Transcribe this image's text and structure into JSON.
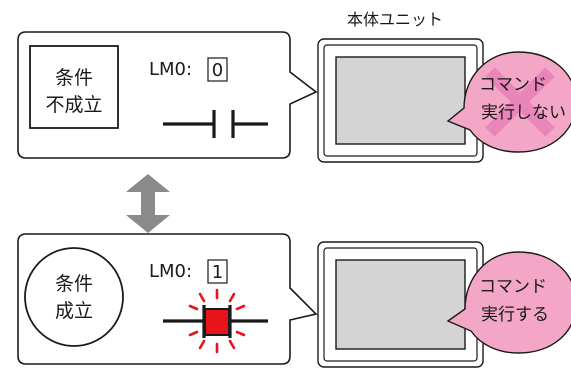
{
  "unit_label": "本体ユニット",
  "panels": [
    {
      "condition_label_line1": "条件",
      "condition_label_line2": "不成立",
      "relay_label": "LM0:",
      "relay_value": "0",
      "relay_state": "open",
      "bubble_line1": "コマンド",
      "bubble_line2": "実行しない",
      "command_executed": false
    },
    {
      "condition_label_line1": "条件",
      "condition_label_line2": "成立",
      "relay_label": "LM0:",
      "relay_value": "1",
      "relay_state": "closed",
      "bubble_line1": "コマンド",
      "bubble_line2": "実行する",
      "command_executed": true
    }
  ],
  "colors": {
    "bubble_pink": "#f4a6c6",
    "x_mark_pink": "#e985b8",
    "contact_red": "#e8141c",
    "glow_red": "#e8141c",
    "arrow_gray": "#8a8a8a",
    "screen_gray": "#d4d4d4",
    "line_black": "#1a1a1a"
  }
}
